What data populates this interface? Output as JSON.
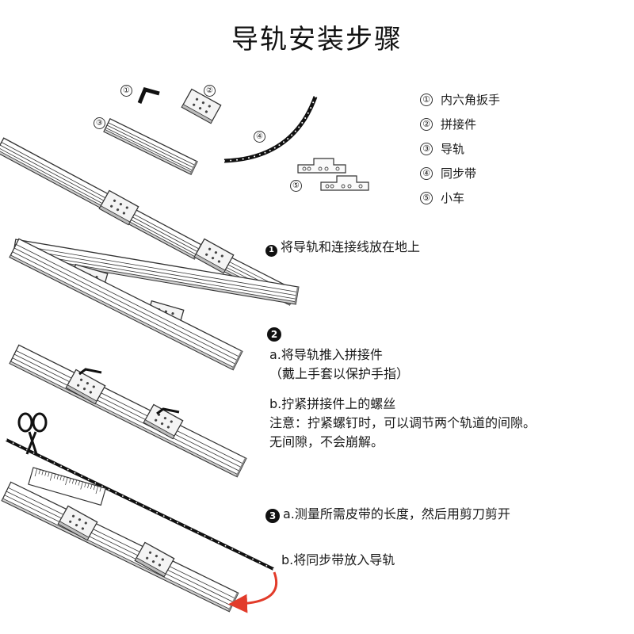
{
  "title": "导轨安装步骤",
  "parts": [
    {
      "num": "①",
      "label": "内六角扳手"
    },
    {
      "num": "②",
      "label": "拼接件"
    },
    {
      "num": "③",
      "label": "导轨"
    },
    {
      "num": "④",
      "label": "同步带"
    },
    {
      "num": "⑤",
      "label": "小车"
    }
  ],
  "steps": {
    "step1": {
      "marker": "1",
      "text": "将导轨和连接线放在地上"
    },
    "step2": {
      "marker": "2",
      "a": "a.将导轨推入拼接件",
      "a_note": "（戴上手套以保护手指）",
      "b": "b.拧紧拼接件上的螺丝",
      "b_note1": "注意：拧紧螺钉时，可以调节两个轨道的间隙。",
      "b_note2": "无间隙，不会崩解。"
    },
    "step3": {
      "marker": "3",
      "a": "a.测量所需皮带的长度，然后用剪刀剪开",
      "b": "b.将同步带放入导轨"
    }
  },
  "colors": {
    "arrow": "#e23b2a",
    "rail_edge": "#333333",
    "rail_fill": "#ffffff"
  }
}
